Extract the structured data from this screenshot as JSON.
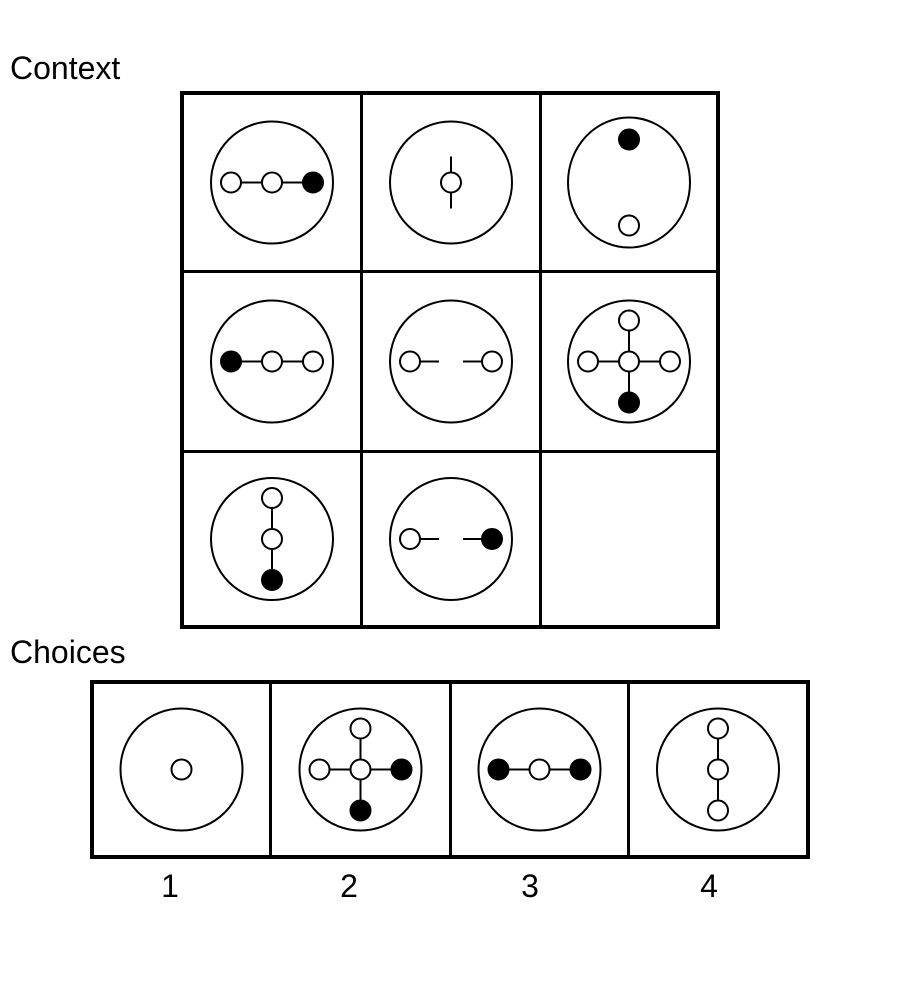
{
  "context": {
    "label": "Context",
    "cells": [
      {
        "frame": "circle",
        "pattern": "horizontal-three",
        "fills": {
          "left": "hollow",
          "center": "hollow",
          "right": "filled"
        }
      },
      {
        "frame": "circle",
        "pattern": "center-with-vertical-stubs",
        "fills": {
          "center": "hollow"
        }
      },
      {
        "frame": "ellipse",
        "pattern": "top-and-bottom",
        "fills": {
          "top": "filled",
          "bottom": "hollow"
        }
      },
      {
        "frame": "circle",
        "pattern": "horizontal-three",
        "fills": {
          "left": "filled",
          "center": "hollow",
          "right": "hollow"
        }
      },
      {
        "frame": "circle",
        "pattern": "horizontal-gapped",
        "fills": {
          "left": "hollow",
          "right": "hollow"
        }
      },
      {
        "frame": "circle",
        "pattern": "cross",
        "fills": {
          "center": "hollow",
          "top": "hollow",
          "left": "hollow",
          "right": "hollow",
          "bottom": "filled"
        }
      },
      {
        "frame": "circle",
        "pattern": "vertical-three",
        "fills": {
          "top": "hollow",
          "center": "hollow",
          "bottom": "filled"
        }
      },
      {
        "frame": "circle",
        "pattern": "horizontal-gapped",
        "fills": {
          "left": "hollow",
          "right": "filled"
        }
      },
      {
        "frame": "none",
        "pattern": "empty",
        "fills": {}
      }
    ]
  },
  "choices": {
    "label": "Choices",
    "items": [
      {
        "number": "1",
        "frame": "circle",
        "pattern": "center-only",
        "fills": {
          "center": "hollow"
        }
      },
      {
        "number": "2",
        "frame": "circle",
        "pattern": "cross",
        "fills": {
          "center": "hollow",
          "top": "hollow",
          "left": "hollow",
          "right": "filled",
          "bottom": "filled"
        }
      },
      {
        "number": "3",
        "frame": "circle",
        "pattern": "horizontal-three",
        "fills": {
          "left": "filled",
          "center": "hollow",
          "right": "filled"
        }
      },
      {
        "number": "4",
        "frame": "circle",
        "pattern": "vertical-three",
        "fills": {
          "top": "hollow",
          "center": "hollow",
          "bottom": "hollow"
        }
      }
    ]
  },
  "colors": {
    "stroke": "#000000",
    "filled": "#000000",
    "hollow": "#ffffff"
  }
}
